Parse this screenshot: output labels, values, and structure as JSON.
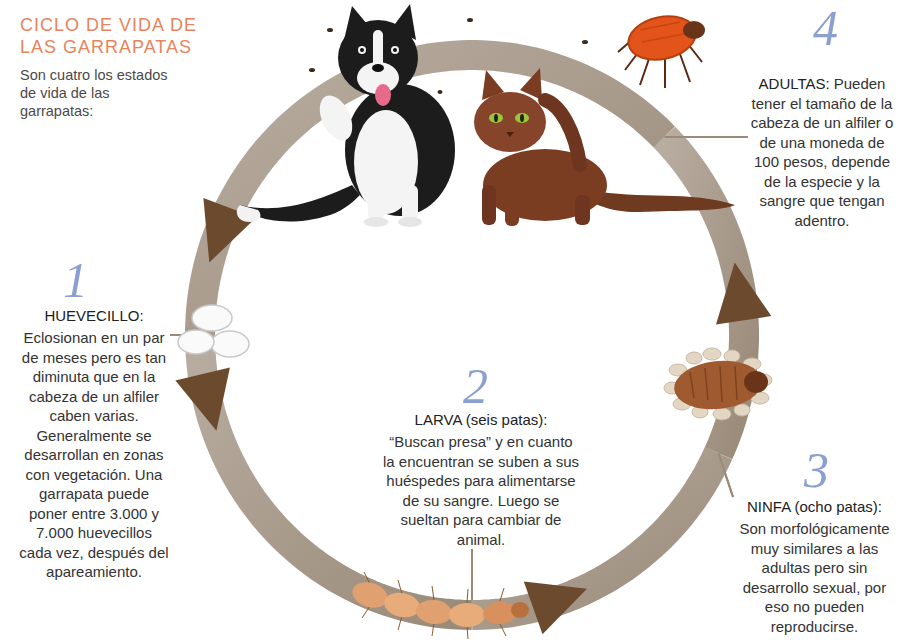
{
  "diagram": {
    "title": "CICLO DE VIDA DE LAS GARRAPATAS",
    "nodes": [
      {
        "text": [
          "HUEVECILLO:",
          "Eclosionan en un par de meses pero es tan diminuta que en la cabeza de un alfiler caben varias. Generalmente se desarrollan en zonas con vegetación. Una garrapata puede poner entre 3.000 y 7.000 huevecillos cada vez, después del apareamiento."
        ]
      },
      {
        "text": [
          "LARVA (seis patas):",
          "“Buscan presa” y en cuanto la encuentran se suben a sus huéspedes para alimentarse de su sangre. Luego se sueltan para cambiar de animal."
        ]
      },
      {
        "text": [
          "NINFA (ocho patas):",
          "Son morfológicamente muy similares a las adultas pero sin desarrollo sexual, por eso no pueden reproducirse."
        ]
      },
      {
        "text": [
          "ADULTAS:",
          "Pueden tener el tamaño de la cabeza de un alfiler o de una moneda de 100 pesos, depende de la especie y la sangre que tengan adentro."
        ]
      }
    ],
    "edges": [
      {
        "from": 0,
        "to": 1,
        "arrow": "to"
      },
      {
        "from": 1,
        "to": 2,
        "arrow": "to"
      },
      {
        "from": 2,
        "to": 3,
        "arrow": "to"
      },
      {
        "from": 3,
        "to": 0,
        "arrow": "to"
      }
    ],
    "labels": [
      "Son cuatro los estados de vida de las garrapatas:",
      "1",
      "2",
      "3",
      "4"
    ]
  }
}
